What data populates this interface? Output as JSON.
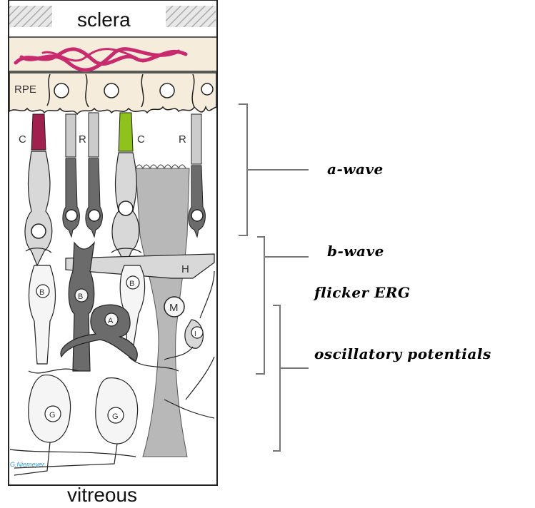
{
  "layers": {
    "top": "sclera",
    "bottom": "vitreous",
    "rpe": "RPE"
  },
  "cells": {
    "cone": "C",
    "rod": "R",
    "horizontal": "H",
    "bipolar": "B",
    "amacrine": "A",
    "muller": "M",
    "interplexiform": "I",
    "ganglion": "G"
  },
  "credit": "G.Niemeyer",
  "erg_components": [
    {
      "label": "a-wave"
    },
    {
      "label": "b-wave"
    },
    {
      "label": "flicker ERG"
    },
    {
      "label": "oscillatory potentials"
    }
  ],
  "colors": {
    "outline": "#222222",
    "tissue": "#f5ecdc",
    "rod_cell": "#6b6b6b",
    "cone_cell": "#d8d8d8",
    "cone_outer_red": "#a0214d",
    "cone_outer_green": "#8fc21d",
    "muller_glia": "#b8b8b8",
    "choroid_vessel": "#c82a6e",
    "credit_text": "#3399dd"
  }
}
